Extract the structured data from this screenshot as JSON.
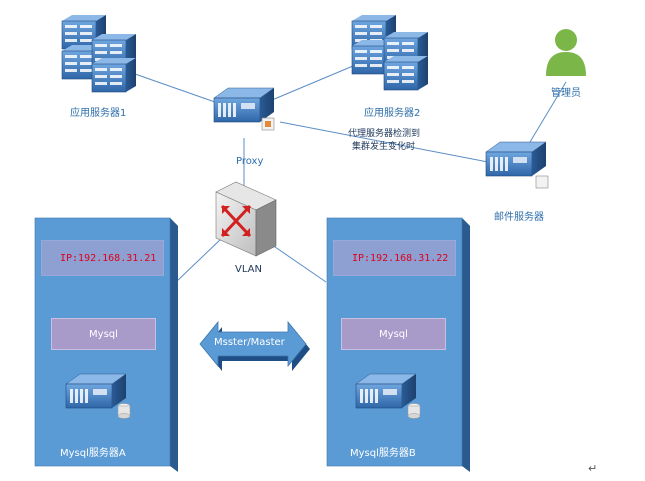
{
  "nodes": {
    "app_server_1": "应用服务器1",
    "app_server_2": "应用服务器2",
    "admin": "管理员",
    "proxy": "Proxy",
    "mail_server": "邮件服务器",
    "vlan": "VLAN"
  },
  "detection_note": {
    "line1": "代理服务器检测到",
    "line2": "集群发生变化时"
  },
  "cluster_a": {
    "ip": "IP:192.168.31.21",
    "db": "Mysql",
    "label": "Mysql服务器A"
  },
  "cluster_b": {
    "ip": "IP:192.168.31.22",
    "db": "Mysql",
    "label": "Mysql服务器B"
  },
  "replication": "Msster/Master",
  "paragraph_mark": "↵",
  "colors": {
    "panel": "#5b9bd5",
    "panel_side": "#3e77ad",
    "server_blue": "#3f7fc4",
    "line": "#5b8ec4",
    "ip_text": "#e0001a",
    "admin_green": "#7ab648"
  }
}
